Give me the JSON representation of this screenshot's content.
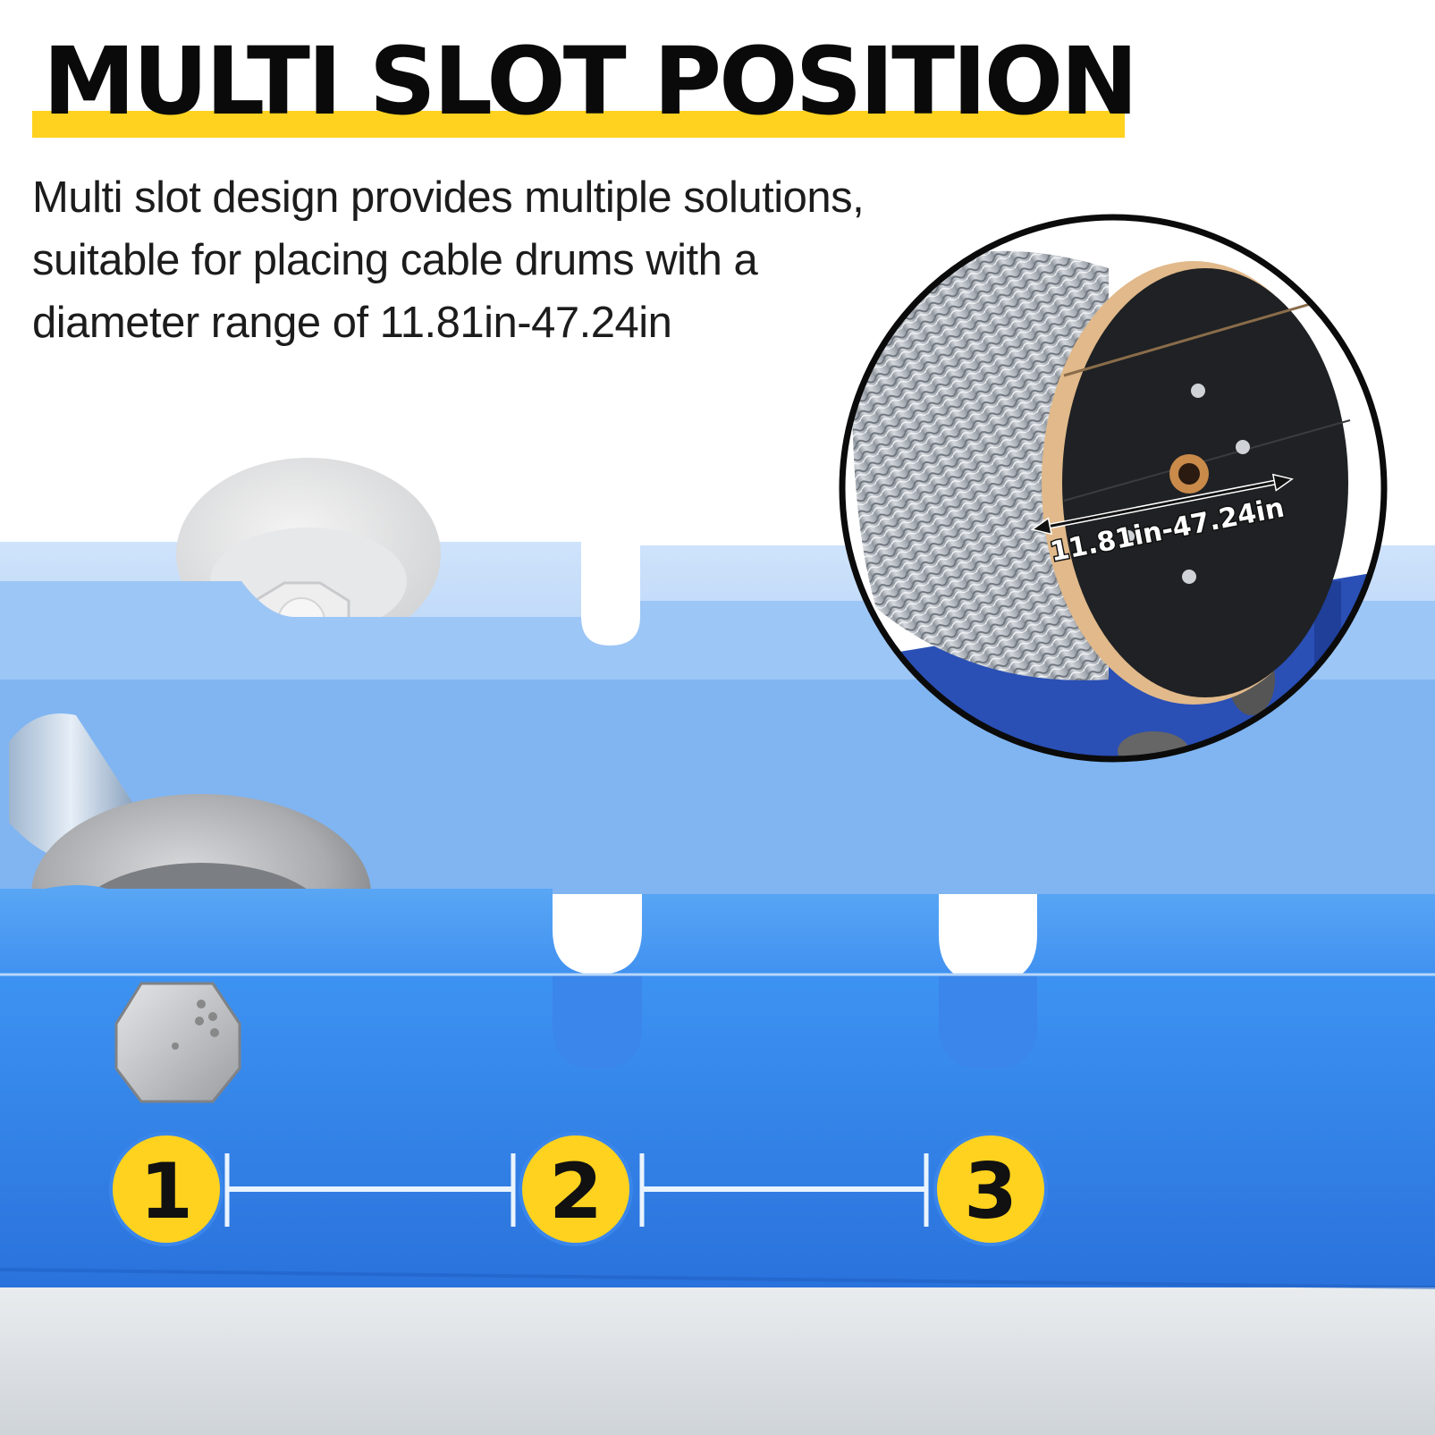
{
  "headline": "MULTI SLOT POSITION",
  "description": "Multi slot design provides multiple solutions, suitable for placing cable drums with a diameter range of 11.81in-47.24in",
  "inset": {
    "dimension_label": "11.81in-47.24in"
  },
  "slot_markers": [
    {
      "number": "1"
    },
    {
      "number": "2"
    },
    {
      "number": "3"
    }
  ],
  "colors": {
    "highlight": "#ffd21f",
    "frame_blue": "#2f7fe6",
    "badge_yellow": "#ffd21f",
    "text_dark": "#0a0a0a"
  }
}
